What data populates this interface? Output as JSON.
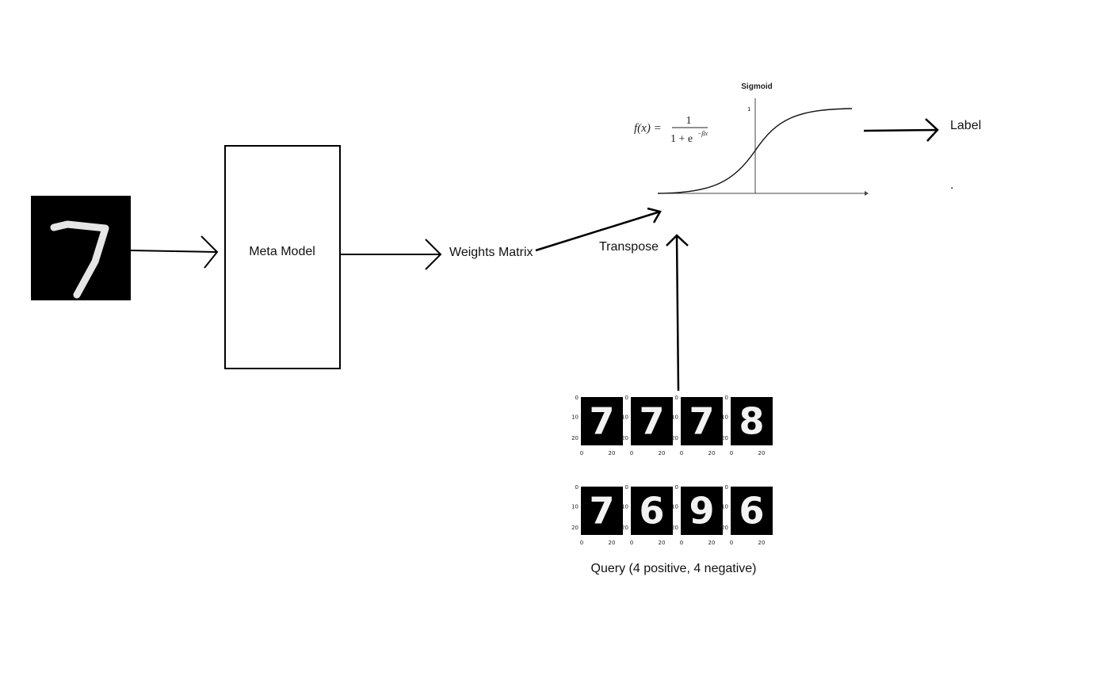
{
  "input_digit": "7",
  "meta_model": {
    "label": "Meta Model"
  },
  "weights": {
    "label": "Weights Matrix"
  },
  "transpose": {
    "label": "Transpose"
  },
  "sigmoid": {
    "title": "Sigmoid",
    "y_tick": "1",
    "formula_lhs": "f(x) =",
    "formula_num": "1",
    "formula_den": "1 + e",
    "formula_exp": "−βx"
  },
  "output": {
    "label": "Label",
    "dot": "."
  },
  "query": {
    "caption": "Query (4 positive, 4 negative)",
    "axis_ticks_x": [
      "0",
      "20"
    ],
    "axis_ticks_y": [
      "0",
      "10",
      "20"
    ],
    "rows": [
      [
        "7",
        "7",
        "7",
        "8"
      ],
      [
        "7",
        "6",
        "9",
        "6"
      ]
    ]
  }
}
